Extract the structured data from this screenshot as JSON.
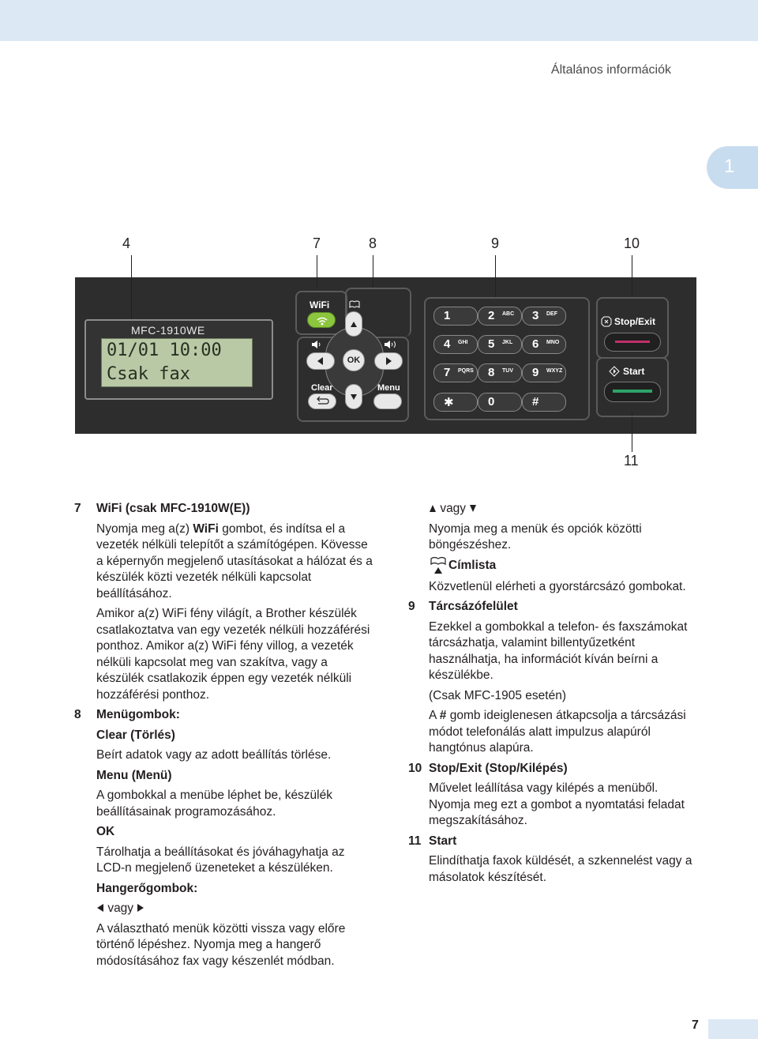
{
  "header": {
    "section_title": "Általános információk"
  },
  "chapter_tab": "1",
  "figure": {
    "callouts_top": [
      "4",
      "7",
      "8",
      "9",
      "10"
    ],
    "callout_bottom": "11",
    "lcd": {
      "model": "MFC-1910WE",
      "line1": "01/01 10:00",
      "line2": "Csak fax"
    },
    "labels": {
      "wifi": "WiFi",
      "ok": "OK",
      "clear": "Clear",
      "menu": "Menu",
      "stop_exit": "Stop/Exit",
      "start": "Start"
    },
    "keys": [
      {
        "d": "1",
        "l": ""
      },
      {
        "d": "2",
        "l": "ABC"
      },
      {
        "d": "3",
        "l": "DEF"
      },
      {
        "d": "4",
        "l": "GHI"
      },
      {
        "d": "5",
        "l": "JKL"
      },
      {
        "d": "6",
        "l": "MNO"
      },
      {
        "d": "7",
        "l": "PQRS"
      },
      {
        "d": "8",
        "l": "TUV"
      },
      {
        "d": "9",
        "l": "WXYZ"
      },
      {
        "d": "✱",
        "l": ""
      },
      {
        "d": "0",
        "l": ""
      },
      {
        "d": "#",
        "l": ""
      }
    ],
    "colors": {
      "panel": "#2d2d2d",
      "lcd": "#b9c9a6",
      "wifi_button": "#8cc63f",
      "stop_bar": "#c0306a",
      "start_bar": "#2ea36a"
    }
  },
  "left_column": {
    "item7": {
      "num": "7",
      "title": "WiFi (csak MFC-1910W(E))",
      "p1_pre": "Nyomja meg a(z) ",
      "p1_bold": "WiFi",
      "p1_post": " gombot, és indítsa el a vezeték nélküli telepítőt a számítógépen. Kövesse a képernyőn megjelenő utasításokat a hálózat és a készülék közti vezeték nélküli kapcsolat beállításához.",
      "p2": "Amikor a(z) WiFi fény világít, a Brother készülék csatlakoztatva van egy vezeték nélküli hozzáférési ponthoz. Amikor a(z) WiFi fény villog, a vezeték nélküli kapcsolat meg van szakítva, vagy a készülék csatlakozik éppen egy vezeték nélküli hozzáférési ponthoz."
    },
    "item8": {
      "num": "8",
      "title": "Menügombok:",
      "clear_title": "Clear (Törlés)",
      "clear_text": "Beírt adatok vagy az adott beállítás törlése.",
      "menu_title": "Menu (Menü)",
      "menu_text": "A gombokkal a menübe léphet be, készülék beállításainak programozásához.",
      "ok_title": "OK",
      "ok_text": "Tárolhatja a beállításokat és jóváhagyhatja az LCD-n megjelenő üzeneteket a készüléken.",
      "vol_title": "Hangerőgombok:",
      "vol_arrows": "vagy",
      "vol_text": "A választható menük közötti vissza vagy előre történő lépéshez. Nyomja meg a hangerő módosításához fax vagy készenlét módban."
    }
  },
  "right_column": {
    "updown": "vagy",
    "updown_text": "Nyomja meg a menük és opciók közötti böngészéshez.",
    "cimlista_title": "Címlista",
    "cimlista_text": "Közvetlenül elérheti a gyorstárcsázó gombokat.",
    "item9": {
      "num": "9",
      "title": "Tárcsázófelület",
      "p1": "Ezekkel a gombokkal a telefon- és faxszámokat tárcsázhatja, valamint billentyűzetként használhatja, ha információt kíván beírni a készülékbe.",
      "p2": "(Csak MFC-1905 esetén)",
      "p3_pre": "A ",
      "p3_bold": "#",
      "p3_post": " gomb ideiglenesen átkapcsolja a tárcsázási módot telefonálás alatt impulzus alapúról hangtónus alapúra."
    },
    "item10": {
      "num": "10",
      "title": "Stop/Exit (Stop/Kilépés)",
      "p1": "Művelet leállítása vagy kilépés a menüből. Nyomja meg ezt a gombot a nyomtatási feladat megszakításához."
    },
    "item11": {
      "num": "11",
      "title": "Start",
      "p1": "Elindíthatja faxok küldését, a szkennelést vagy a másolatok készítését."
    }
  },
  "page_number": "7"
}
